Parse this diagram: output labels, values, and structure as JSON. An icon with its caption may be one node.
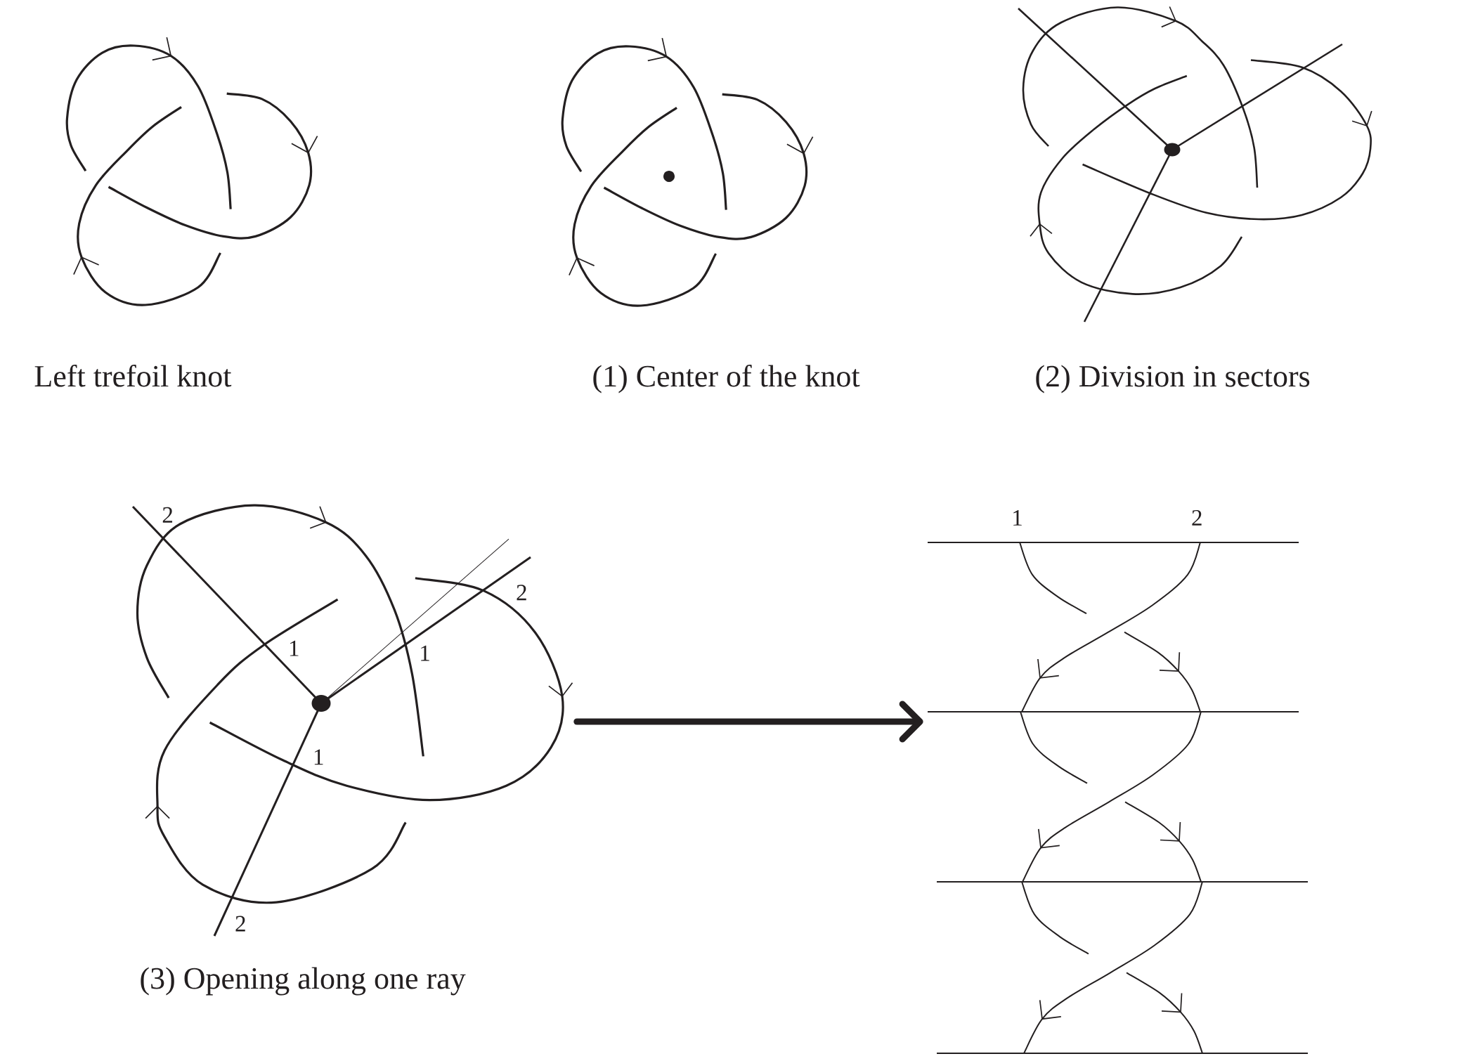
{
  "diagram": {
    "nodes": [
      {
        "text": [],
        "shape": "picture",
        "beside": [
          "Left trefoil knot"
        ]
      },
      {
        "text": [],
        "shape": "picture",
        "beside": [
          "(1) Center of the knot"
        ]
      },
      {
        "text": [],
        "shape": "picture",
        "beside": [
          "(2) Division in sectors"
        ]
      },
      {
        "text": [],
        "shape": "picture",
        "beside": [
          "(3) Opening along one ray"
        ]
      },
      {
        "text": [],
        "shape": "picture",
        "beside": [
          "1",
          "2"
        ]
      }
    ],
    "edges": [
      {
        "from": 3,
        "to": 4,
        "arrow": "to"
      }
    ],
    "labels": [
      "2",
      "2",
      "1",
      "1",
      "1",
      "2"
    ]
  }
}
